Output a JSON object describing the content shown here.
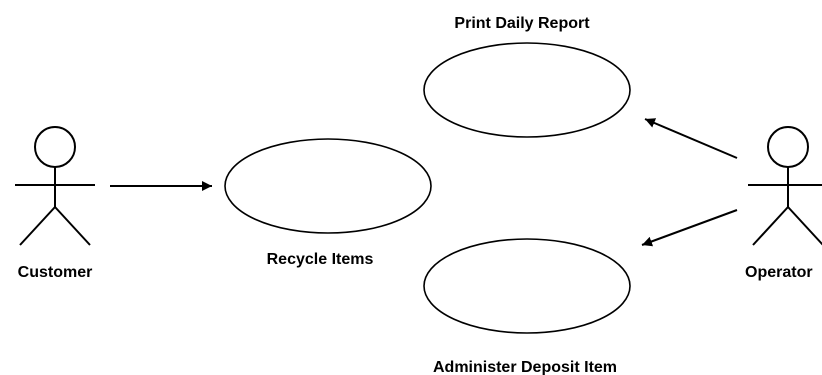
{
  "actors": [
    {
      "id": "customer",
      "label": "Customer"
    },
    {
      "id": "operator",
      "label": "Operator"
    }
  ],
  "use_cases": [
    {
      "id": "print-daily-report",
      "label": "Print Daily Report"
    },
    {
      "id": "recycle-items",
      "label": "Recycle Items"
    },
    {
      "id": "administer-deposit-item",
      "label": "Administer Deposit Item"
    }
  ],
  "associations": [
    {
      "from": "customer",
      "to": "recycle-items"
    },
    {
      "from": "operator",
      "to": "print-daily-report"
    },
    {
      "from": "operator",
      "to": "administer-deposit-item"
    }
  ]
}
